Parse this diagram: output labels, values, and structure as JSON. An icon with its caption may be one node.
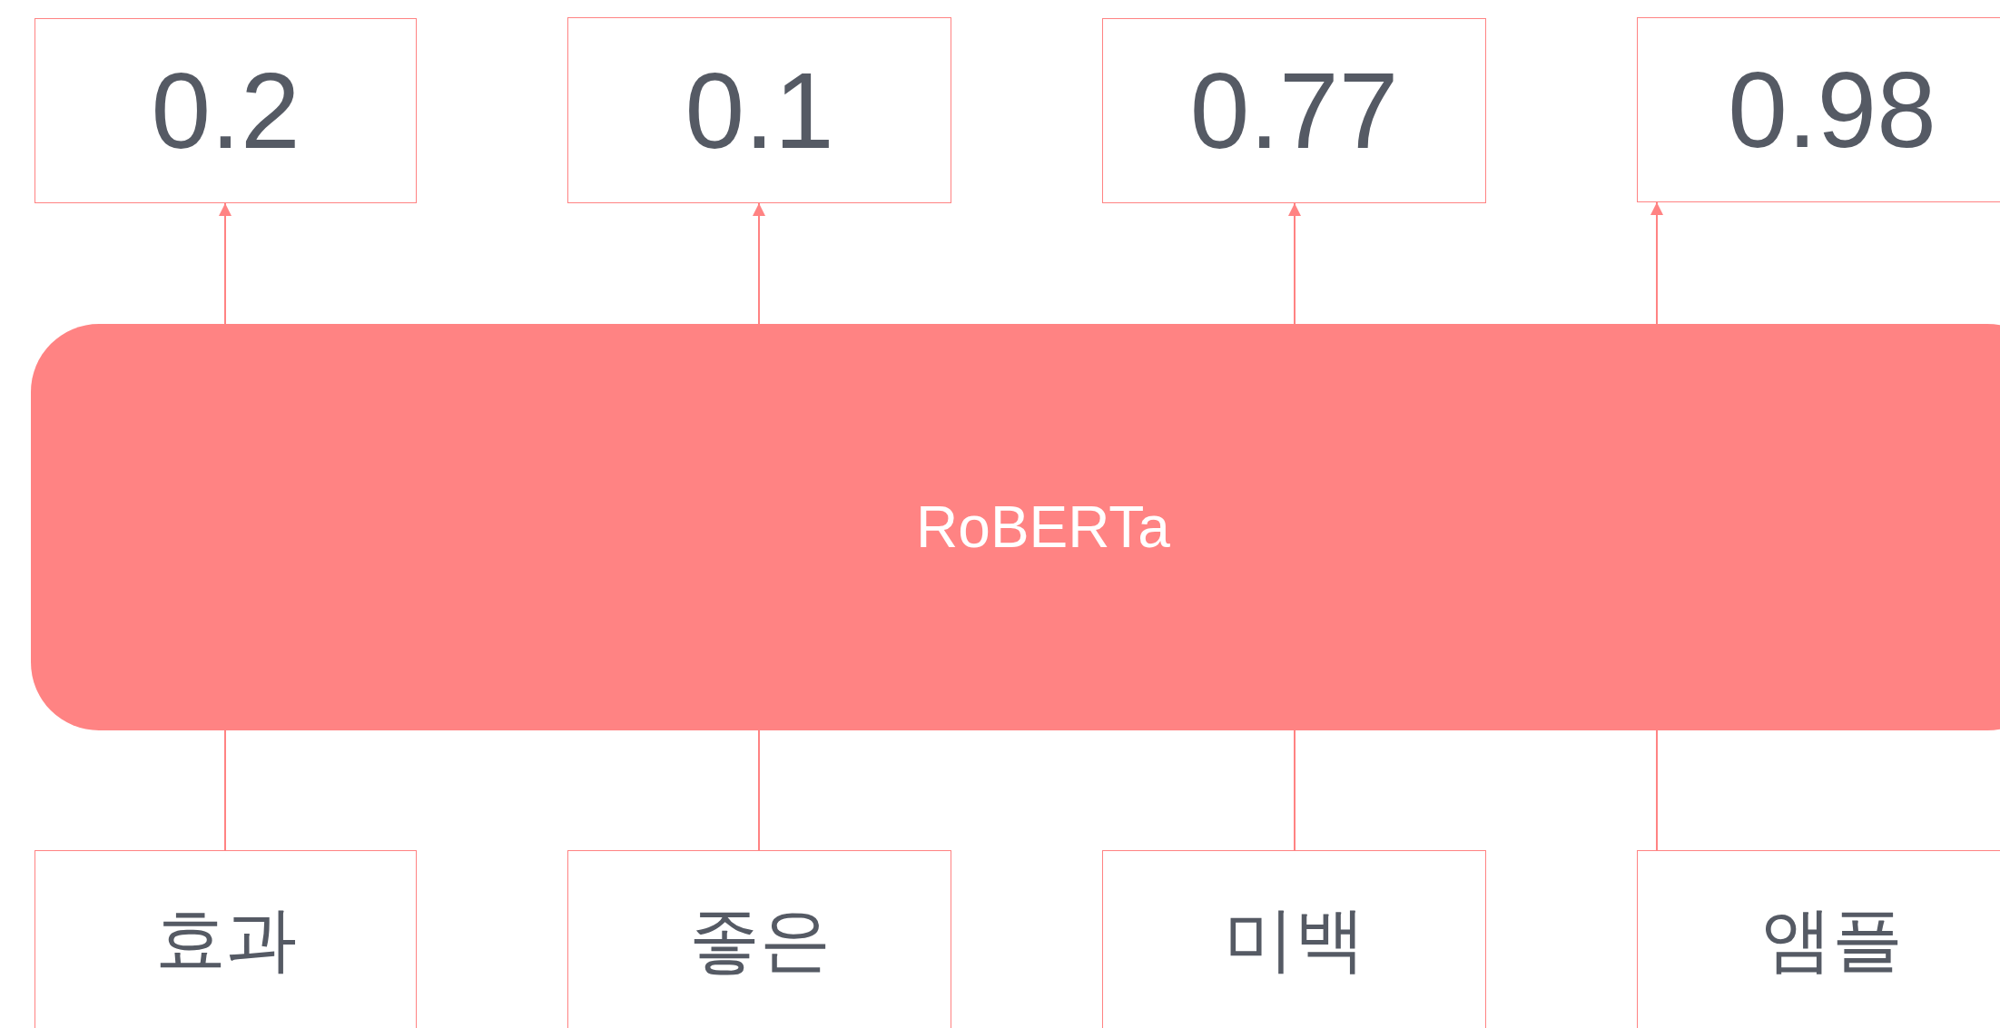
{
  "diagram": {
    "nodes": [
      {
        "text": [
          "0.2"
        ]
      },
      {
        "text": [
          "0.1"
        ]
      },
      {
        "text": [
          "0.77"
        ]
      },
      {
        "text": [
          "0.98"
        ]
      },
      {
        "text": [
          "RoBERTa"
        ]
      },
      {
        "text": [
          "효과"
        ]
      },
      {
        "text": [
          "좋은"
        ]
      },
      {
        "text": [
          "미백"
        ]
      },
      {
        "text": [
          "앰플"
        ]
      }
    ],
    "edges": [
      {
        "from": 4,
        "to": 0,
        "arrow": "to"
      },
      {
        "from": 4,
        "to": 1,
        "arrow": "to"
      },
      {
        "from": 4,
        "to": 2,
        "arrow": "to"
      },
      {
        "from": 4,
        "to": 3,
        "arrow": "to"
      },
      {
        "from": 5,
        "to": 4,
        "arrow": "none"
      },
      {
        "from": 6,
        "to": 4,
        "arrow": "none"
      },
      {
        "from": 7,
        "to": 4,
        "arrow": "none"
      },
      {
        "from": 8,
        "to": 4,
        "arrow": "none"
      }
    ]
  }
}
